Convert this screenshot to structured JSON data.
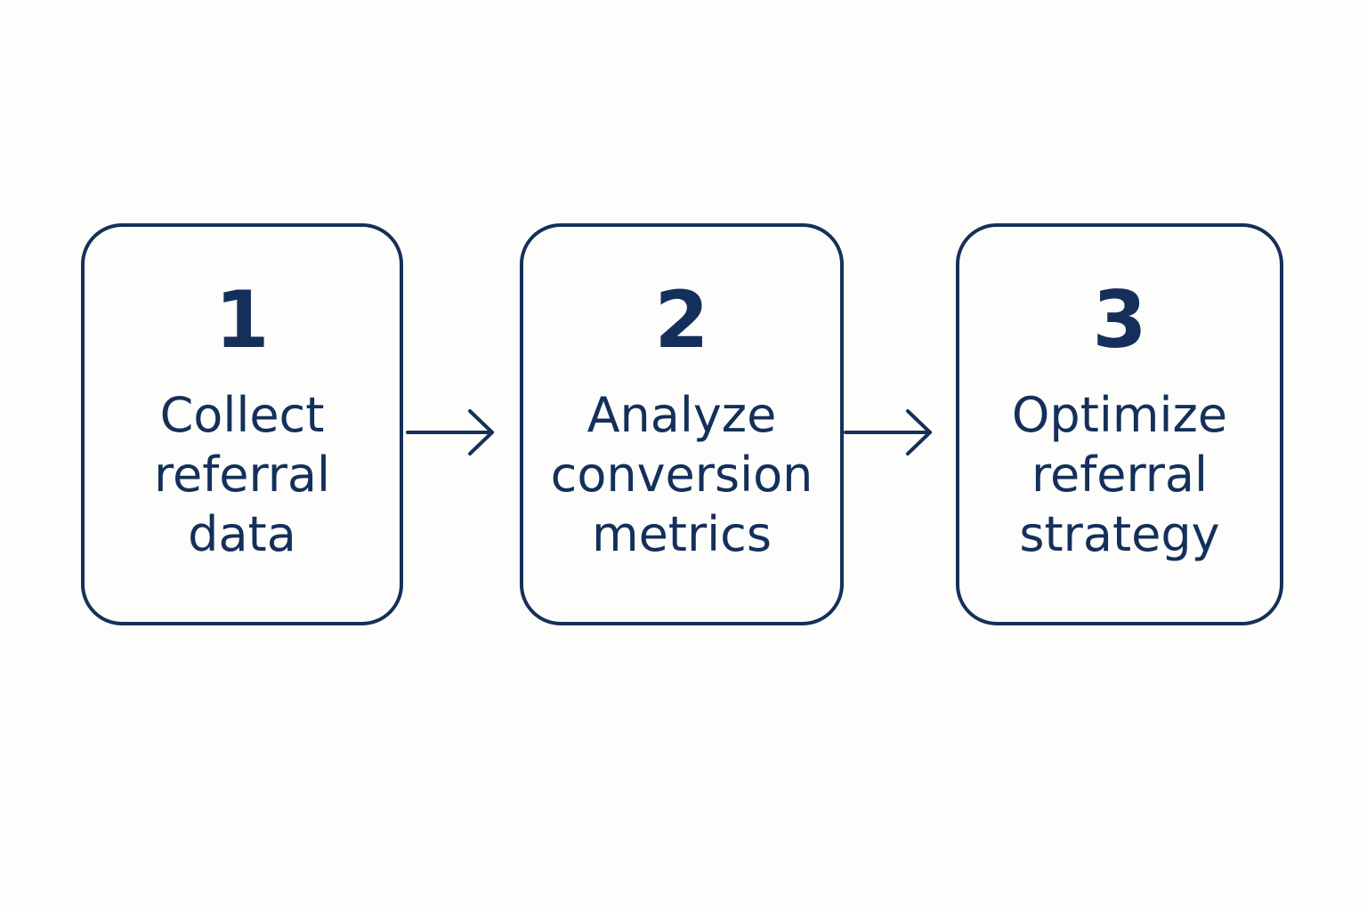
{
  "colors": {
    "stroke": "#14305a",
    "background": "#fdfdfc"
  },
  "steps": [
    {
      "number": "1",
      "lines": [
        "Collect",
        "referral",
        "data"
      ]
    },
    {
      "number": "2",
      "lines": [
        "Analyze",
        "conversion",
        "metrics"
      ]
    },
    {
      "number": "3",
      "lines": [
        "Optimize",
        "referral",
        "strategy"
      ]
    }
  ]
}
